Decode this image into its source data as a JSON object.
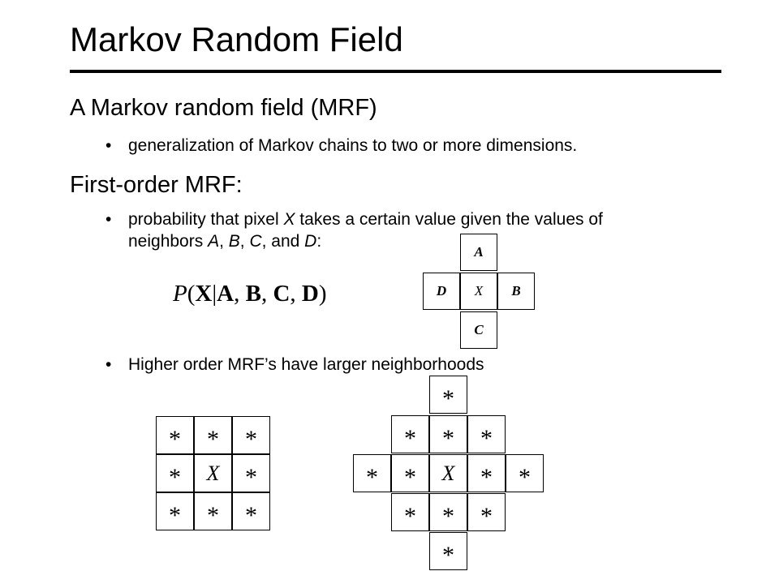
{
  "slide": {
    "title": "Markov Random Field",
    "heading1": "A Markov random field (MRF)",
    "bullet1": "generalization of Markov chains to two or more dimensions.",
    "heading2": "First-order MRF:",
    "bullet2": {
      "part1": "probability that pixel ",
      "X": "X",
      "part2": " takes a certain value given the values of neighbors ",
      "A": "A",
      "sep1": ", ",
      "B": "B",
      "sep2": ", ",
      "C": "C",
      "sep3": ", and ",
      "D": "D",
      "end": ":"
    },
    "bullet3": "Higher order MRF’s have larger neighborhoods",
    "bullet_symbol": "•"
  },
  "formula": {
    "P": "P",
    "open": "(",
    "X": "X",
    "bar": "|",
    "A": "A",
    "c1": ", ",
    "B": "B",
    "c2": ", ",
    "C": "C",
    "c3": ", ",
    "D": "D",
    "close": ")"
  },
  "first_order_grid": {
    "top": "A",
    "left": "D",
    "center": "X",
    "right": "B",
    "bottom": "C"
  },
  "neighbor_symbol": "*",
  "center_symbol": "X"
}
